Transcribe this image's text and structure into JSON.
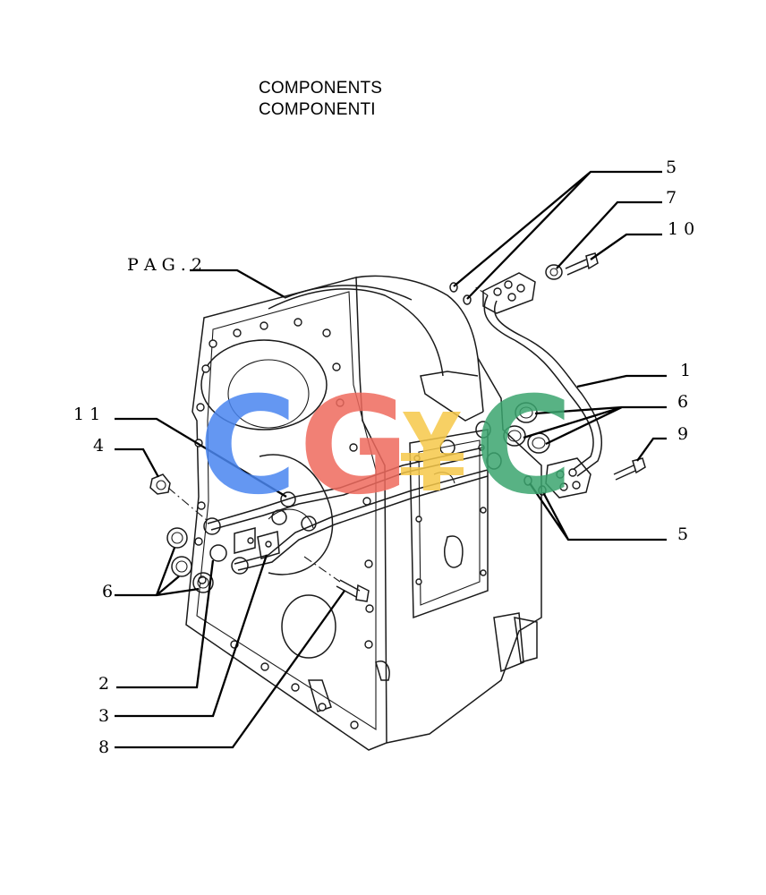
{
  "title": {
    "line1": "COMPONENTS",
    "line2": "COMPONENTI"
  },
  "reference": "P A G . 2",
  "callouts": {
    "c1": "1",
    "c2": "2",
    "c3": "3",
    "c4": "4",
    "c5_top": "5",
    "c5_bottom": "5",
    "c6_right": "6",
    "c6_left": "6",
    "c7": "7",
    "c8": "8",
    "c9": "9",
    "c10": "1 0",
    "c11": "1 1"
  },
  "watermark": {
    "letters": [
      "C",
      "G",
      "C"
    ],
    "colors": [
      "#4a86f0",
      "#ef6a5e",
      "#f6c84a",
      "#3ba56f"
    ]
  }
}
